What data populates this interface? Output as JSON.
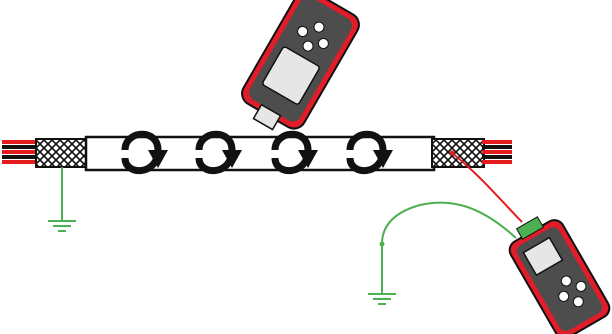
{
  "diagram": {
    "colors": {
      "wire_red": "#e31b1b",
      "wire_black": "#111111",
      "ground_green": "#4caf50",
      "meter_red": "#e11d2a",
      "meter_gray": "#4d4d4d",
      "screen": "#e6e6e6",
      "outline": "#111111"
    },
    "icons": {
      "tracer_tool": "handheld-tracer-icon",
      "meter": "handheld-meter-icon",
      "ground": "ground-symbol-icon",
      "wrap_arrow": "circular-arrow-icon"
    },
    "elements": {
      "cable": "shielded-cable",
      "shield_left": "braided-shield-left",
      "shield_right": "braided-shield-right",
      "wrap_arrow_count": 4
    }
  }
}
